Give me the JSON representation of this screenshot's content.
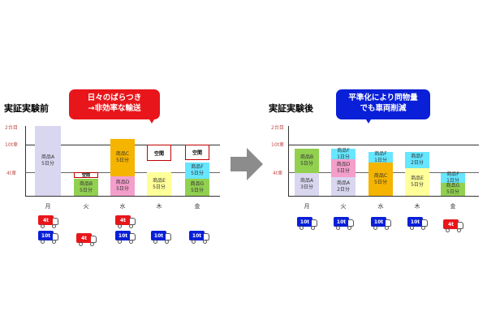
{
  "left": {
    "title": "実証実験前",
    "callout": {
      "line1": "日々のばらつき",
      "line2": "→非効率な輸送",
      "color": "#e8161b"
    },
    "y_labels": {
      "top": "2台目",
      "mid": "10t車",
      "low": "4t車"
    },
    "days": [
      "月",
      "火",
      "水",
      "木",
      "金"
    ],
    "bars": {
      "mon": "商品A\n5日分",
      "tue": "商品B\n5日分",
      "wed_d": "商品D\n5日分",
      "wed_c": "商品C\n5日分",
      "thu": "商品E\n5日分",
      "fri_g": "商品G\n5日分",
      "fri_f": "商品F\n5日分"
    },
    "empty_label": "空間",
    "trucks": {
      "t4": "4t",
      "t10": "10t"
    }
  },
  "right": {
    "title": "実証実験後",
    "callout": {
      "line1": "平準化により同物量",
      "line2": "でも車両削減",
      "color": "#0a1fd8"
    },
    "y_labels": {
      "top": "2台目",
      "mid": "10t車",
      "low": "4t車"
    },
    "days": [
      "月",
      "火",
      "水",
      "木",
      "金"
    ],
    "bars": {
      "mon_a": "商品A\n3日分",
      "mon_b": "商品B\n5日分",
      "tue_a": "商品A\n2日分",
      "tue_d": "商品D\n5日分",
      "tue_f": "商品F\n1日分",
      "wed_c": "商品C\n5日分",
      "wed_f": "商品F\n1日分",
      "thu_e": "商品E\n5日分",
      "thu_f": "商品F\n2日分",
      "fri_g": "商品G\n5日分",
      "fri_f": "商品F\n1日分"
    },
    "trucks": {
      "t4": "4t",
      "t10": "10t"
    }
  },
  "colors": {
    "red_truck": "#e8161b",
    "blue_truck": "#0a1fd8",
    "arrow": "#8c8c8c"
  }
}
